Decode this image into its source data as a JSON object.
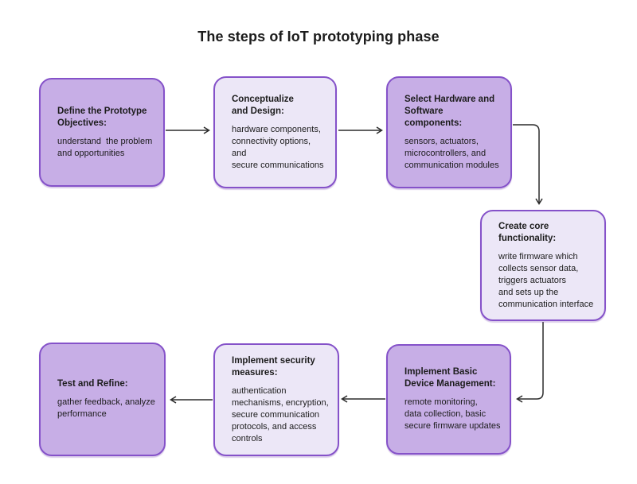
{
  "title": "The steps of IoT prototyping phase",
  "colors": {
    "box-dark-fill": "#c7aee6",
    "box-light-fill": "#ece7f7",
    "box-border": "#8552c9",
    "connector": "#2b2b2b",
    "text": "#1c1c1c"
  },
  "steps": [
    {
      "title": "Define the Prototype\nObjectives:",
      "body": "understand  the problem\nand opportunities",
      "variant": "dark"
    },
    {
      "title": "Conceptualize\nand Design:",
      "body": "hardware components,\nconnectivity options, and\nsecure communications",
      "variant": "light"
    },
    {
      "title": "Select Hardware and\nSoftware components:",
      "body": "sensors, actuators,\nmicrocontrollers, and\ncommunication modules",
      "variant": "dark"
    },
    {
      "title": "Create core\nfunctionality:",
      "body": "write firmware which\ncollects sensor data,\ntriggers actuators\nand sets up the\ncommunication interface",
      "variant": "light"
    },
    {
      "title": "Implement Basic\nDevice Management:",
      "body": "remote monitoring,\ndata collection, basic\nsecure firmware updates",
      "variant": "dark"
    },
    {
      "title": "Implement security\nmeasures:",
      "body": "authentication\nmechanisms, encryption,\nsecure communication\nprotocols, and access\ncontrols",
      "variant": "light"
    },
    {
      "title": "Test and Refine:",
      "body": "gather feedback, analyze\nperformance",
      "variant": "dark"
    }
  ]
}
